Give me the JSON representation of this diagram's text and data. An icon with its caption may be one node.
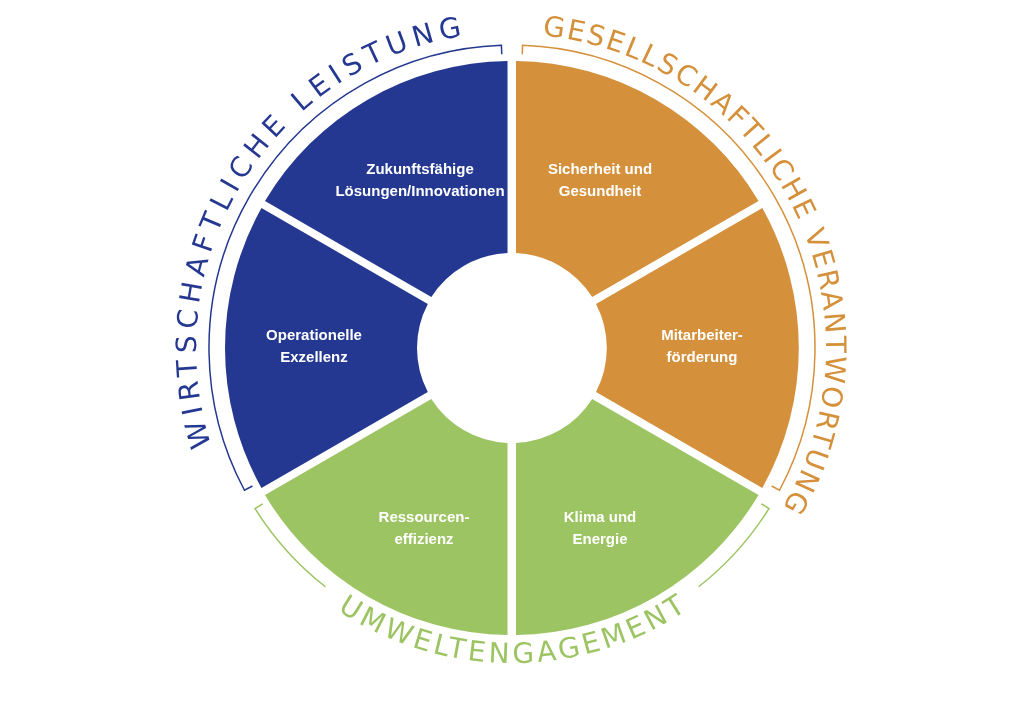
{
  "diagram": {
    "nodes": [
      {
        "text": [
          "Zukunftsfähige Lösungen/Innovationen"
        ]
      },
      {
        "text": [
          "Sicherheit und Gesundheit"
        ]
      },
      {
        "text": [
          "Operationelle Exzellenz"
        ]
      },
      {
        "text": [
          "Mitarbeiter- förderung"
        ]
      },
      {
        "text": [
          "Ressourcen- effizienz"
        ]
      },
      {
        "text": [
          "Klima und Energie"
        ]
      }
    ],
    "labels": [
      "WIRTSCHAFTLICHE LEISTUNG",
      "GESELLSCHAFTLICHE VERANTWORTUNG",
      "UMWELTENGAGEMENT"
    ]
  }
}
